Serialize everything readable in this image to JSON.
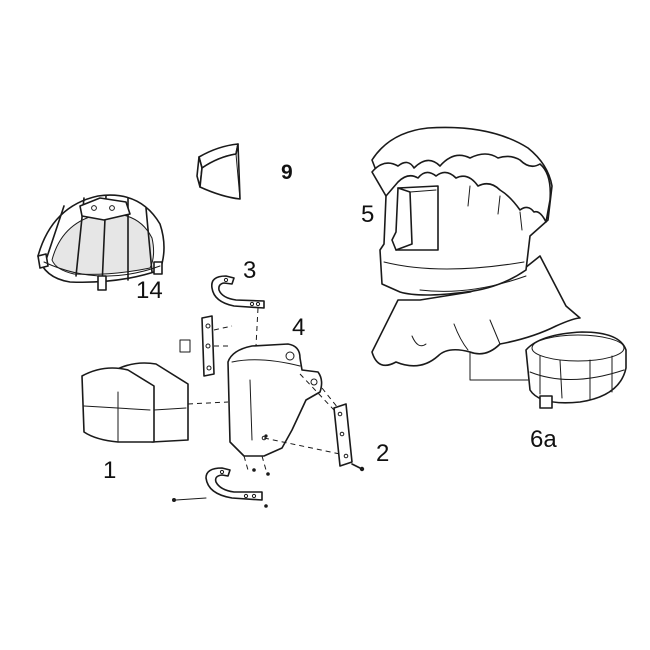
{
  "labels": {
    "part_1": "1",
    "part_2": "2",
    "part_3": "3",
    "part_4": "4",
    "part_5": "5",
    "part_6a": "6a",
    "part_9": "9",
    "part_14": "14"
  },
  "colors": {
    "ink": "#1a1a1a",
    "background": "#ffffff",
    "shade": "#e6e6e6"
  }
}
